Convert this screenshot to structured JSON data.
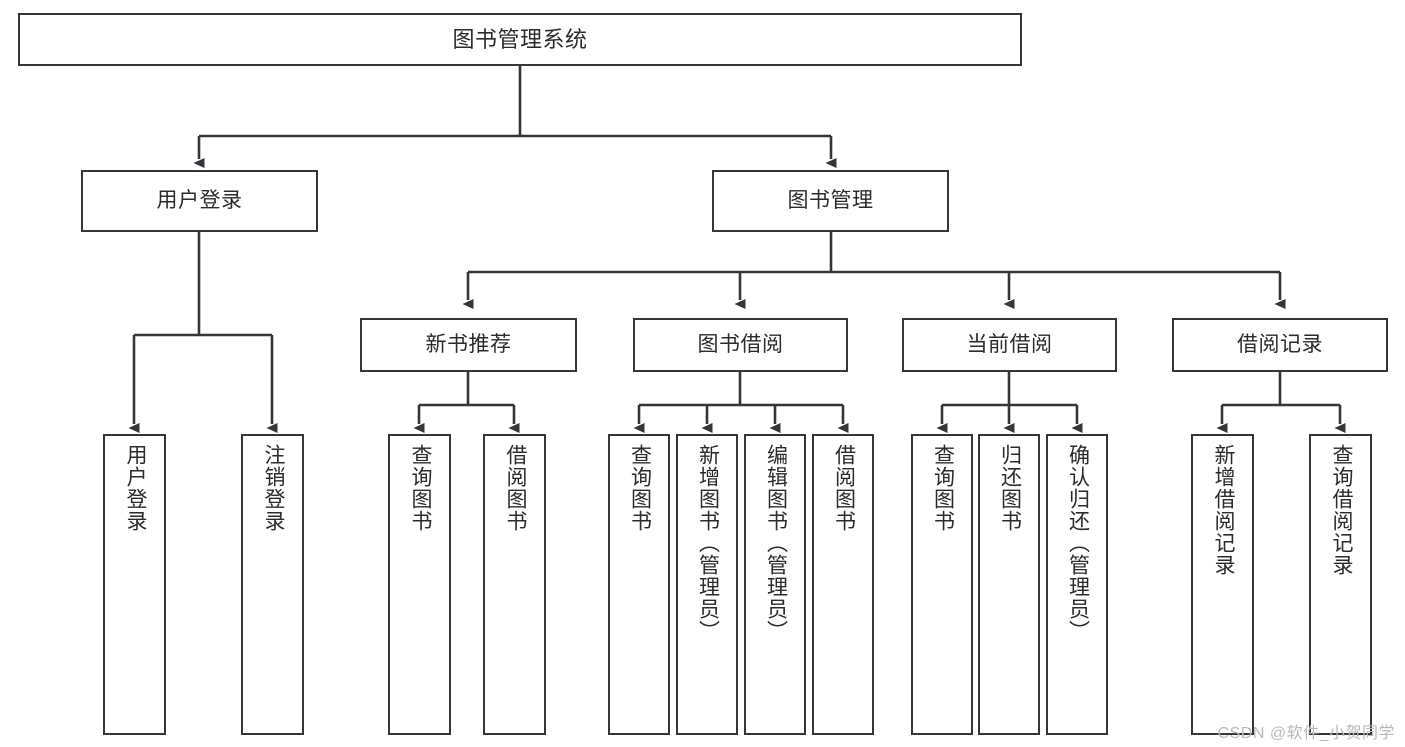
{
  "diagram": {
    "title": "图书管理系统",
    "type": "tree-hierarchy-chart",
    "orientation": "top-down",
    "colors": {
      "node_border": "#33363b",
      "node_fill": "#ffffff",
      "edge": "#33363b",
      "text": "#2b2b2b",
      "watermark": "#b9b9b9",
      "background": "#ffffff"
    },
    "watermark": "CSDN @软件_小贺同学"
  },
  "nodes": {
    "root": {
      "label": "图书管理系统",
      "level": 1
    },
    "level2": [
      {
        "id": "user-login",
        "label": "用户登录",
        "level": 2
      },
      {
        "id": "book-management",
        "label": "图书管理",
        "level": 2
      }
    ],
    "level3": [
      {
        "id": "new-book-recommend",
        "label": "新书推荐",
        "level": 3,
        "parent": "book-management"
      },
      {
        "id": "book-borrow",
        "label": "图书借阅",
        "level": 3,
        "parent": "book-management"
      },
      {
        "id": "current-borrow",
        "label": "当前借阅",
        "level": 3,
        "parent": "book-management"
      },
      {
        "id": "borrow-record",
        "label": "借阅记录",
        "level": 3,
        "parent": "book-management"
      }
    ],
    "leaves": [
      {
        "id": "leaf-user-login",
        "label": "用户登录",
        "parent": "user-login"
      },
      {
        "id": "leaf-logout-login",
        "label": "注销登录",
        "parent": "user-login"
      },
      {
        "id": "leaf-query-book-1",
        "label": "查询图书",
        "parent": "new-book-recommend"
      },
      {
        "id": "leaf-borrow-book-1",
        "label": "借阅图书",
        "parent": "new-book-recommend"
      },
      {
        "id": "leaf-query-book-2",
        "label": "查询图书",
        "parent": "book-borrow"
      },
      {
        "id": "leaf-add-book",
        "label": "新增图书（管理员）",
        "parent": "book-borrow"
      },
      {
        "id": "leaf-edit-book",
        "label": "编辑图书（管理员）",
        "parent": "book-borrow"
      },
      {
        "id": "leaf-borrow-book-2",
        "label": "借阅图书",
        "parent": "book-borrow"
      },
      {
        "id": "leaf-query-book-3",
        "label": "查询图书",
        "parent": "current-borrow"
      },
      {
        "id": "leaf-return-book",
        "label": "归还图书",
        "parent": "current-borrow"
      },
      {
        "id": "leaf-confirm-return",
        "label": "确认归还（管理员）",
        "parent": "current-borrow"
      },
      {
        "id": "leaf-add-borrow-record",
        "label": "新增借阅记录",
        "parent": "borrow-record"
      },
      {
        "id": "leaf-query-borrow-record",
        "label": "查询借阅记录",
        "parent": "borrow-record"
      }
    ]
  }
}
